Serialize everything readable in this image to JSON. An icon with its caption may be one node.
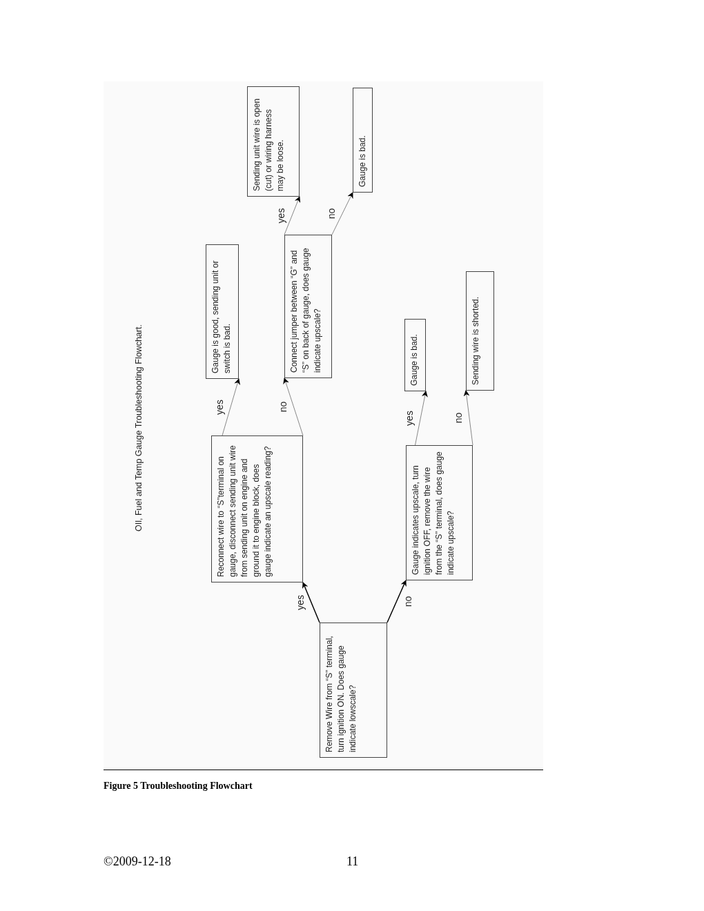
{
  "diagram": {
    "title": "OIl, Fuel and Temp Gauge Troubleshooting Flowchart.",
    "caption": "Figure 5 Troubleshooting Flowchart",
    "nodes": [
      {
        "text": [
          "Remove Wire from “S” terminal, turn ignition ON. Does gauge indicate lowscale?"
        ]
      },
      {
        "text": [
          "Reconnect wire to “S”terminal on gauge, disconnect sending unit wire from sending unit on engine and ground it to engine block, does gauge indicate an upscale reading?"
        ]
      },
      {
        "text": [
          "Gauge indicates upscale, turn ignition OFF, remove the wire from the “S” terminal, does gauge indicate upscale?"
        ]
      },
      {
        "text": [
          "Gauge is good, sending unit or switch is bad."
        ]
      },
      {
        "text": [
          "Connect jumper between “G” and “S” on back of gauge, does gauge indicate upscale?"
        ]
      },
      {
        "text": [
          "Gauge is bad."
        ]
      },
      {
        "text": [
          "Sending wire is shorted."
        ]
      },
      {
        "text": [
          "Sending unit wire is open (cut) or wiring harness may be loose."
        ]
      },
      {
        "text": [
          "Gauge is bad."
        ]
      }
    ],
    "edges": [
      {
        "from": 0,
        "to": 1,
        "arrow": "to",
        "label": "yes",
        "color": "#000000"
      },
      {
        "from": 0,
        "to": 2,
        "arrow": "to",
        "label": "no",
        "color": "#000000"
      },
      {
        "from": 1,
        "to": 3,
        "arrow": "to",
        "label": "yes"
      },
      {
        "from": 1,
        "to": 4,
        "arrow": "to",
        "label": "no"
      },
      {
        "from": 2,
        "to": 5,
        "arrow": "to",
        "label": "yes"
      },
      {
        "from": 2,
        "to": 6,
        "arrow": "to",
        "label": "no"
      },
      {
        "from": 4,
        "to": 7,
        "arrow": "to",
        "label": "yes"
      },
      {
        "from": 4,
        "to": 8,
        "arrow": "to",
        "label": "no"
      }
    ],
    "labels": [
      "©2009-12-18",
      "11"
    ]
  }
}
